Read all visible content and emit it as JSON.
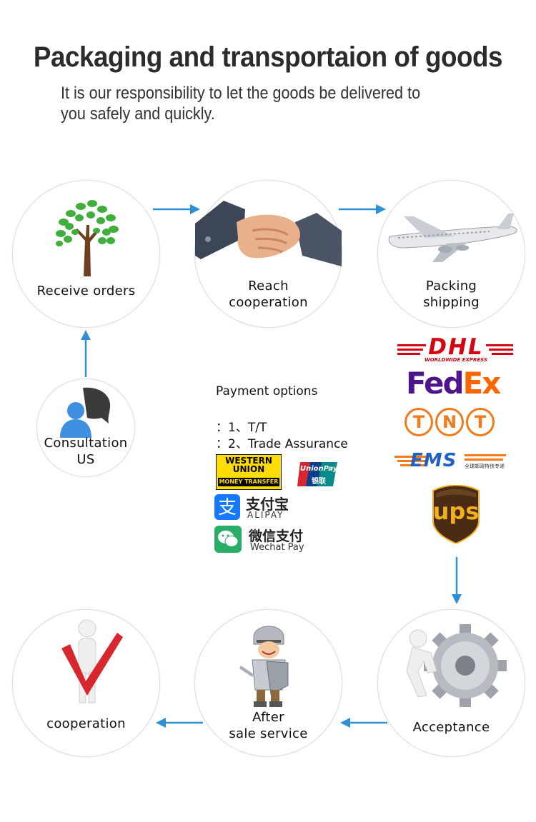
{
  "title": "Packaging and transportaion of goods",
  "subtitle": "It is our responsibility to let the goods be delivered to you safely and quickly.",
  "steps": {
    "receive": {
      "label": "Receive orders",
      "icon": "tree-icon"
    },
    "reach": {
      "line1": "Reach",
      "line2": "cooperation",
      "icon": "handshake-icon"
    },
    "packing": {
      "line1": "Packing",
      "line2": "shipping",
      "icon": "airplane-icon"
    },
    "consult": {
      "line1": "Consultation",
      "line2": "US",
      "icon": "chat-user-icon"
    },
    "acceptance": {
      "label": "Acceptance",
      "icon": "gear-figure-icon"
    },
    "after": {
      "line1": "After",
      "line2": "sale service",
      "icon": "knight-icon"
    },
    "cooperation": {
      "label": "cooperation",
      "icon": "checkmark-figure-icon"
    }
  },
  "payment": {
    "title": "Payment options",
    "options": [
      "：1、T/T",
      "：2、Trade Assurance"
    ],
    "western_union": {
      "line1": "WESTERN",
      "line2": "UNION",
      "line3": "MONEY TRANSFER"
    },
    "unionpay": {
      "line1": "UnionPay",
      "line2": "银联"
    },
    "alipay": {
      "cn": "支付宝",
      "en": "ALIPAY"
    },
    "wechat": {
      "cn": "微信支付",
      "en": "Wechat Pay"
    }
  },
  "carriers": {
    "dhl": {
      "name": "DHL",
      "tagline": "WORLDWIDE EXPRESS"
    },
    "fedex": {
      "fed": "Fed",
      "ex": "Ex"
    },
    "tnt": [
      "T",
      "N",
      "T"
    ],
    "ems": {
      "name": "EMS",
      "cn": "全球邮政特快专递"
    },
    "ups": {
      "name": "ups"
    }
  },
  "colors": {
    "arrow": "#2f8fd2",
    "dhl_red": "#d40511",
    "fedex_purple": "#4d148c",
    "fedex_orange": "#ff6600",
    "tnt_orange": "#f27a1a",
    "ups_brown": "#4a2c14",
    "ups_gold": "#f2b01e",
    "alipay_blue": "#1677ff",
    "wechat_green": "#2aae67"
  }
}
